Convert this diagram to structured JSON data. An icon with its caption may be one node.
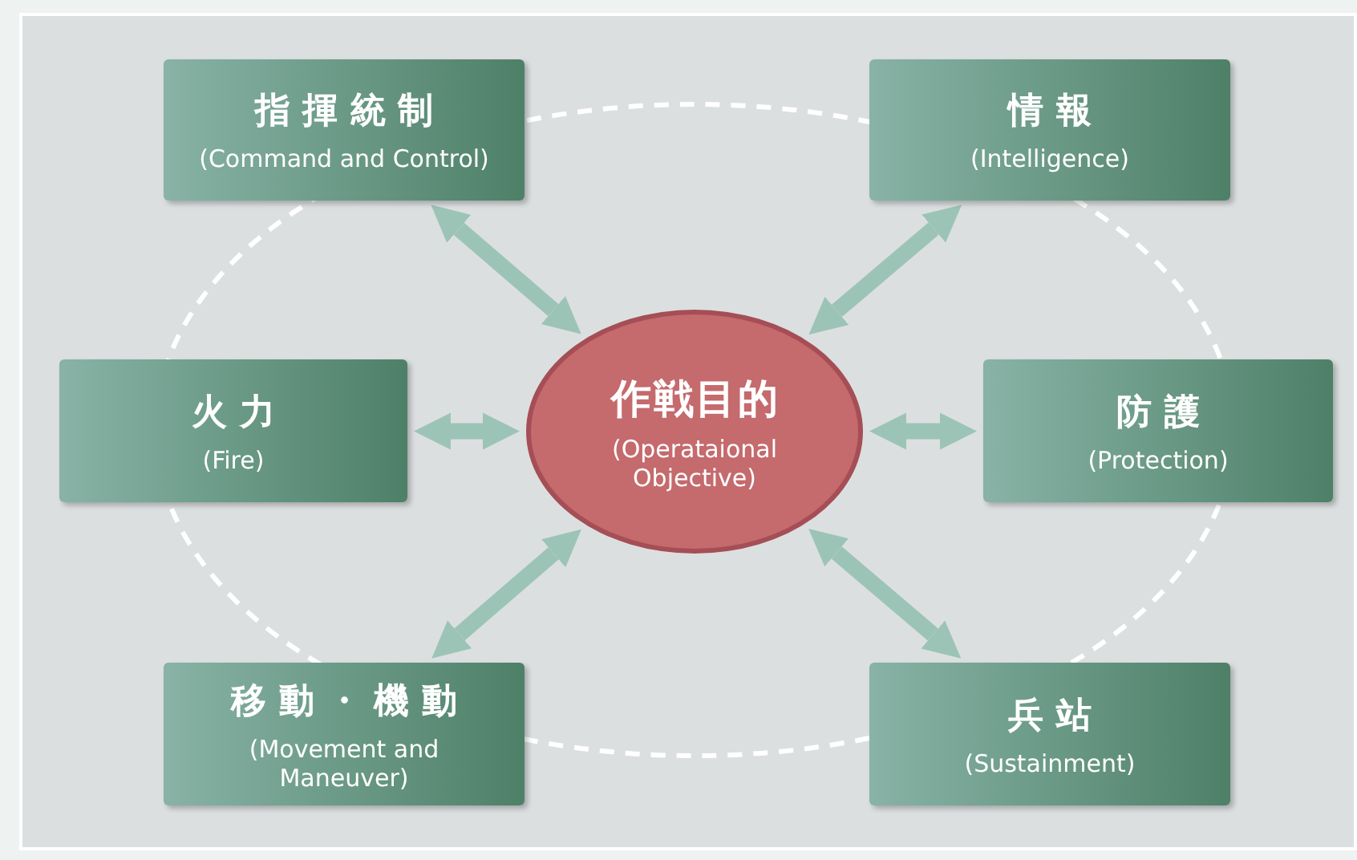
{
  "diagram": {
    "nodes": [
      {
        "text": [
          "指揮統制",
          "(Command and Control)"
        ]
      },
      {
        "text": [
          "情報",
          "(Intelligence)"
        ]
      },
      {
        "text": [
          "火力",
          "(Fire)"
        ]
      },
      {
        "text": [
          "作戦目的",
          "(Operataional Objective)"
        ]
      },
      {
        "text": [
          "防護",
          "(Protection)"
        ]
      },
      {
        "text": [
          "移動・機動",
          "(Movement and Maneuver)"
        ]
      },
      {
        "text": [
          "兵站",
          "(Sustainment)"
        ]
      }
    ],
    "edges": [
      {
        "from": 3,
        "to": 0,
        "arrow": "both"
      },
      {
        "from": 3,
        "to": 1,
        "arrow": "both"
      },
      {
        "from": 3,
        "to": 2,
        "arrow": "both"
      },
      {
        "from": 3,
        "to": 4,
        "arrow": "both"
      },
      {
        "from": 3,
        "to": 5,
        "arrow": "both"
      },
      {
        "from": 3,
        "to": 6,
        "arrow": "both"
      }
    ]
  }
}
